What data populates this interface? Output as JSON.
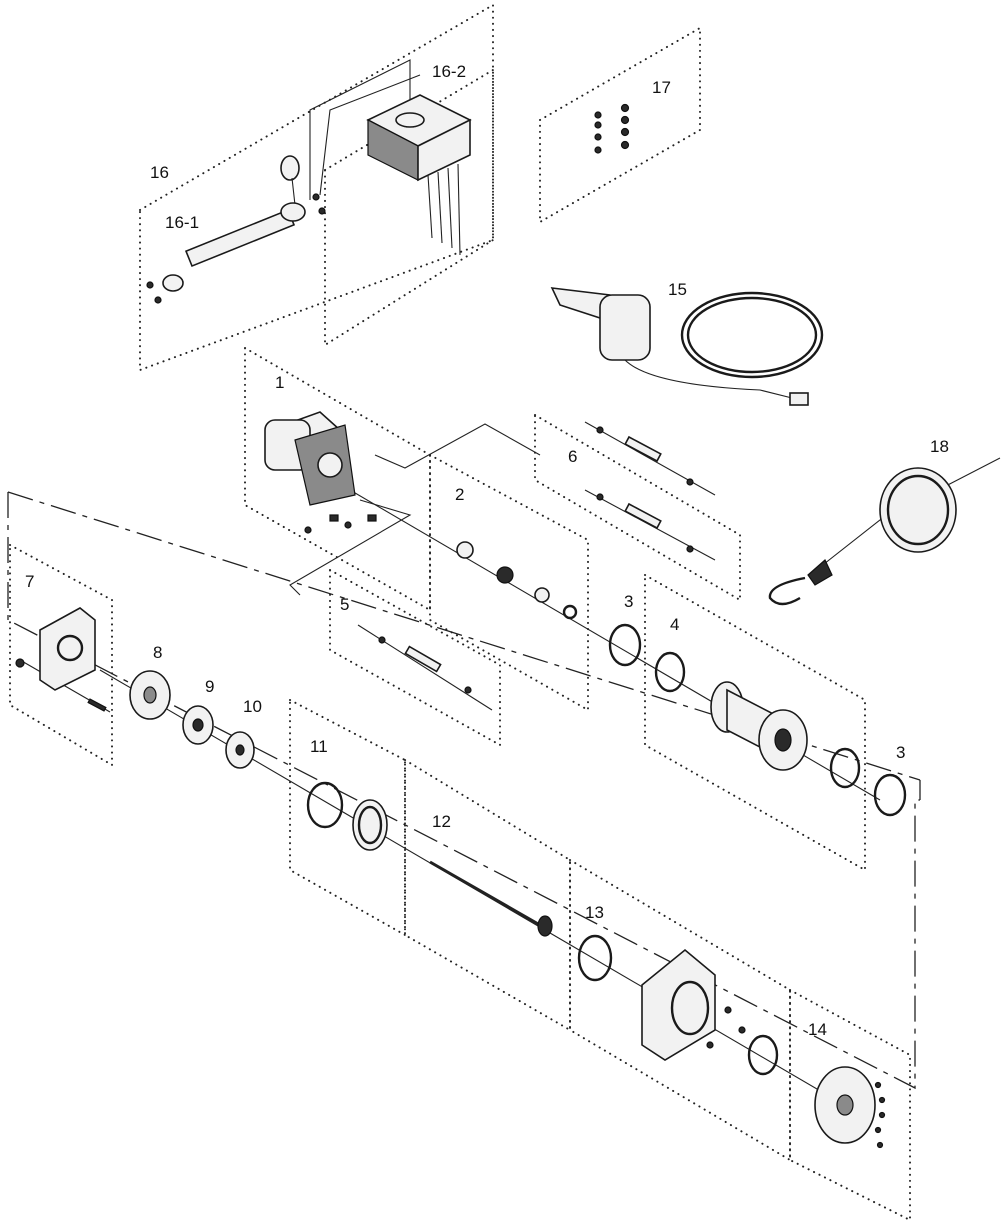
{
  "diagram": {
    "labels": {
      "l1": "1",
      "l2": "2",
      "l3a": "3",
      "l3b": "3",
      "l4": "4",
      "l5": "5",
      "l6": "6",
      "l7": "7",
      "l8": "8",
      "l9": "9",
      "l10": "10",
      "l11": "11",
      "l12": "12",
      "l13": "13",
      "l14": "14",
      "l15": "15",
      "l16": "16",
      "l16_1": "16-1",
      "l16_2": "16-2",
      "l17": "17",
      "l18": "18"
    }
  }
}
